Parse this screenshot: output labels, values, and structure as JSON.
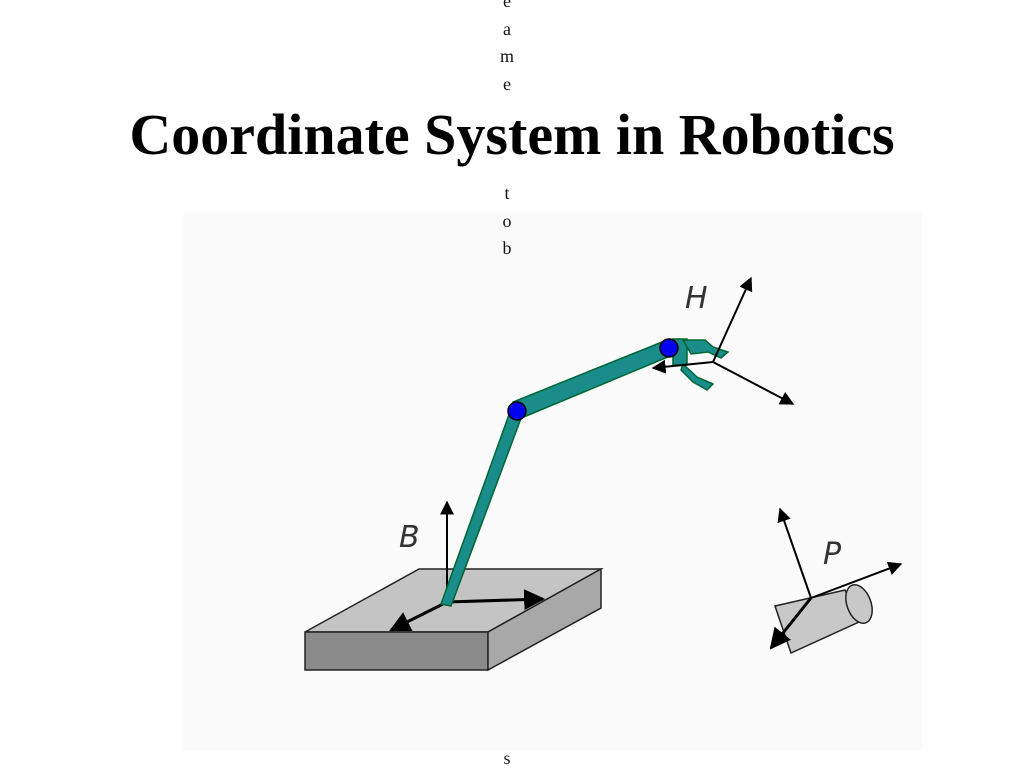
{
  "page": {
    "title": "Coordinate System in Robotics",
    "vertical_text_top": [
      "e",
      "a",
      "m",
      "e",
      "t",
      "o",
      "b"
    ],
    "vertical_text_bottom": "s"
  },
  "figure": {
    "labels": {
      "base_frame": "B",
      "hand_frame": "H",
      "part_frame": "P"
    },
    "colors": {
      "arm": "#1a8c8a",
      "joint": "#0000ee",
      "base_top": "#c4c4c4",
      "base_front": "#8a8a8a",
      "base_side": "#a8a8a8",
      "part": "#c8c8c8",
      "axis": "#000000"
    }
  }
}
